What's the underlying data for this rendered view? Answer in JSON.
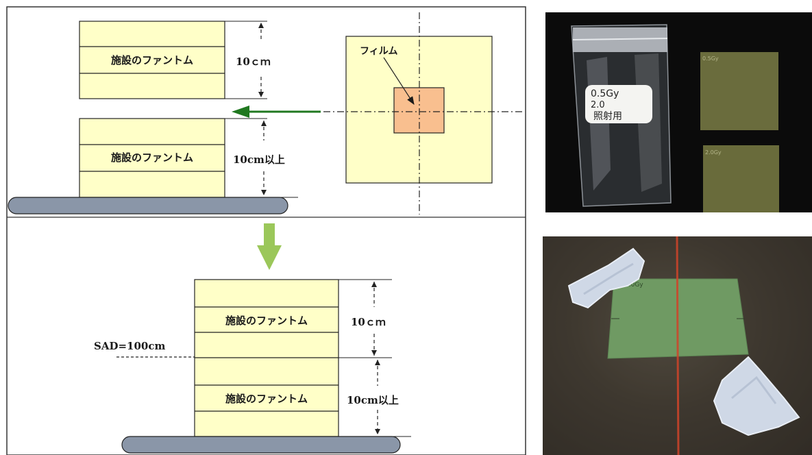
{
  "diagram": {
    "top_phantom_label": "施設のファントム",
    "top_thickness": "10ｃｍ",
    "middle_phantom_label": "施設のファントム",
    "middle_thickness": "10cm以上",
    "film_label": "フィルム",
    "bottom_upper_phantom_label": "施設のファントム",
    "bottom_upper_thickness": "10ｃｍ",
    "bottom_lower_phantom_label": "施設のファントム",
    "bottom_lower_thickness": "10cm以上",
    "sad_label": "SAD=100cm",
    "colors": {
      "phantom_fill": "#ffffc8",
      "film_fill": "#f9bf8f",
      "arrow_green": "#207820",
      "down_arrow_green": "#9bc75a",
      "couch_fill": "#8a96a8"
    }
  },
  "photo_top": {
    "bag_label_line1": "0.5Gy",
    "bag_label_line2": "2.0",
    "bag_label_line3": "照射用",
    "film1_label": "0.5Gy",
    "film2_label": "2.0Gy"
  },
  "photo_bottom": {
    "film_label": "2.0Gy"
  }
}
